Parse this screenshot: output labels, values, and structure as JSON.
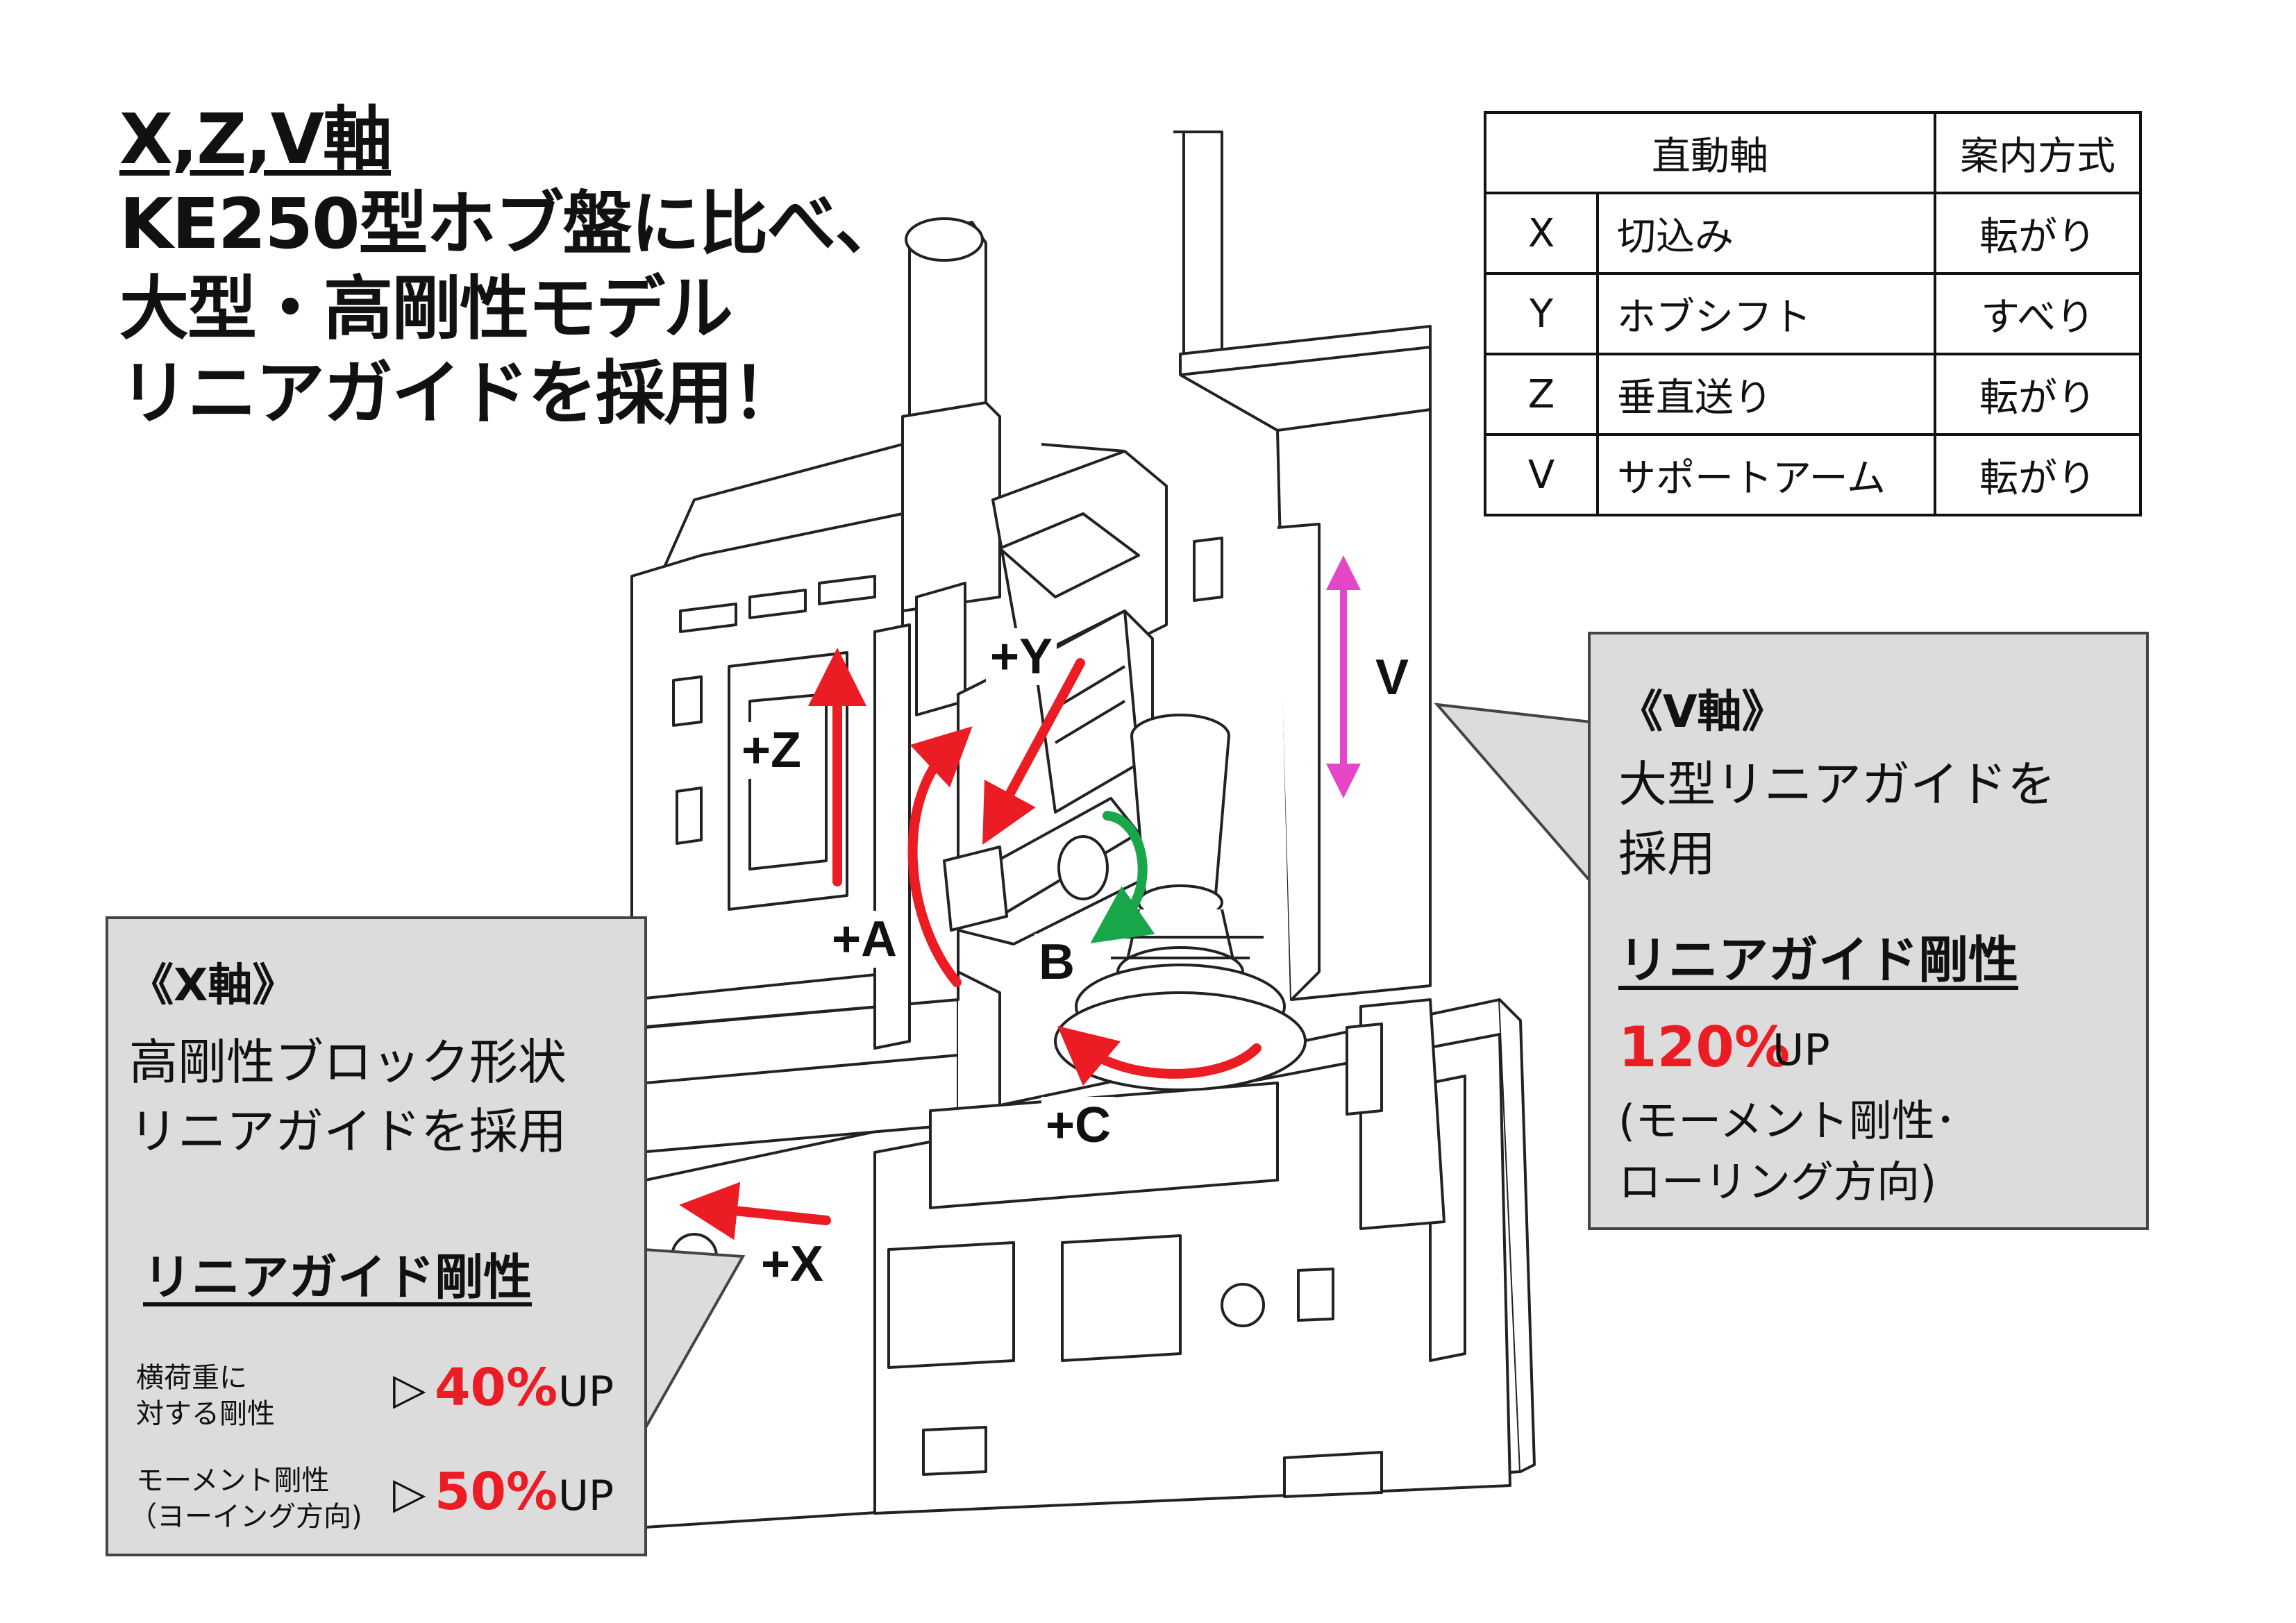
{
  "headline": {
    "line1": "X,Z,V軸",
    "line2": "KE250型ホブ盤に比べ、",
    "line3": "大型・高剛性モデル",
    "line4": "リニアガイドを採用！"
  },
  "axis_table": {
    "headers": [
      "直動軸",
      "案内方式"
    ],
    "rows": [
      {
        "axis": "X",
        "name": "切込み",
        "guide": "転がり"
      },
      {
        "axis": "Y",
        "name": "ホブシフト",
        "guide": "すべり"
      },
      {
        "axis": "Z",
        "name": "垂直送り",
        "guide": "転がり"
      },
      {
        "axis": "V",
        "name": "サポートアーム",
        "guide": "転がり"
      }
    ]
  },
  "axis_labels": {
    "plus_y": "+Y",
    "plus_z": "+Z",
    "plus_a": "+A",
    "b": "B",
    "plus_c": "+C",
    "plus_x": "+X",
    "v": "V"
  },
  "x_callout": {
    "title": "《X軸》",
    "desc1": "高剛性ブロック形状",
    "desc2": "リニアガイドを採用",
    "rigidity_heading": "リニアガイド剛性",
    "item1_label1": "横荷重に",
    "item1_label2": "対する剛性",
    "item1_marker": "▷",
    "item1_value": "40%",
    "item1_suffix": "UP",
    "item2_label1": "モーメント剛性",
    "item2_label2": "（ヨーイング方向)",
    "item2_marker": "▷",
    "item2_value": "50%",
    "item2_suffix": "UP"
  },
  "v_callout": {
    "title": "《V軸》",
    "desc1": "大型リニアガイドを",
    "desc2": "採用",
    "rigidity_heading": "リニアガイド剛性",
    "value": "120%",
    "suffix": "UP",
    "note1": "(モーメント剛性･",
    "note2": "ローリング方向)"
  },
  "colors": {
    "red_arrow": "#ec1c24",
    "green_arrow": "#1aa64a",
    "magenta_arrow": "#e645c8",
    "callout_fill": "#dcdcdc",
    "line": "#111111"
  }
}
